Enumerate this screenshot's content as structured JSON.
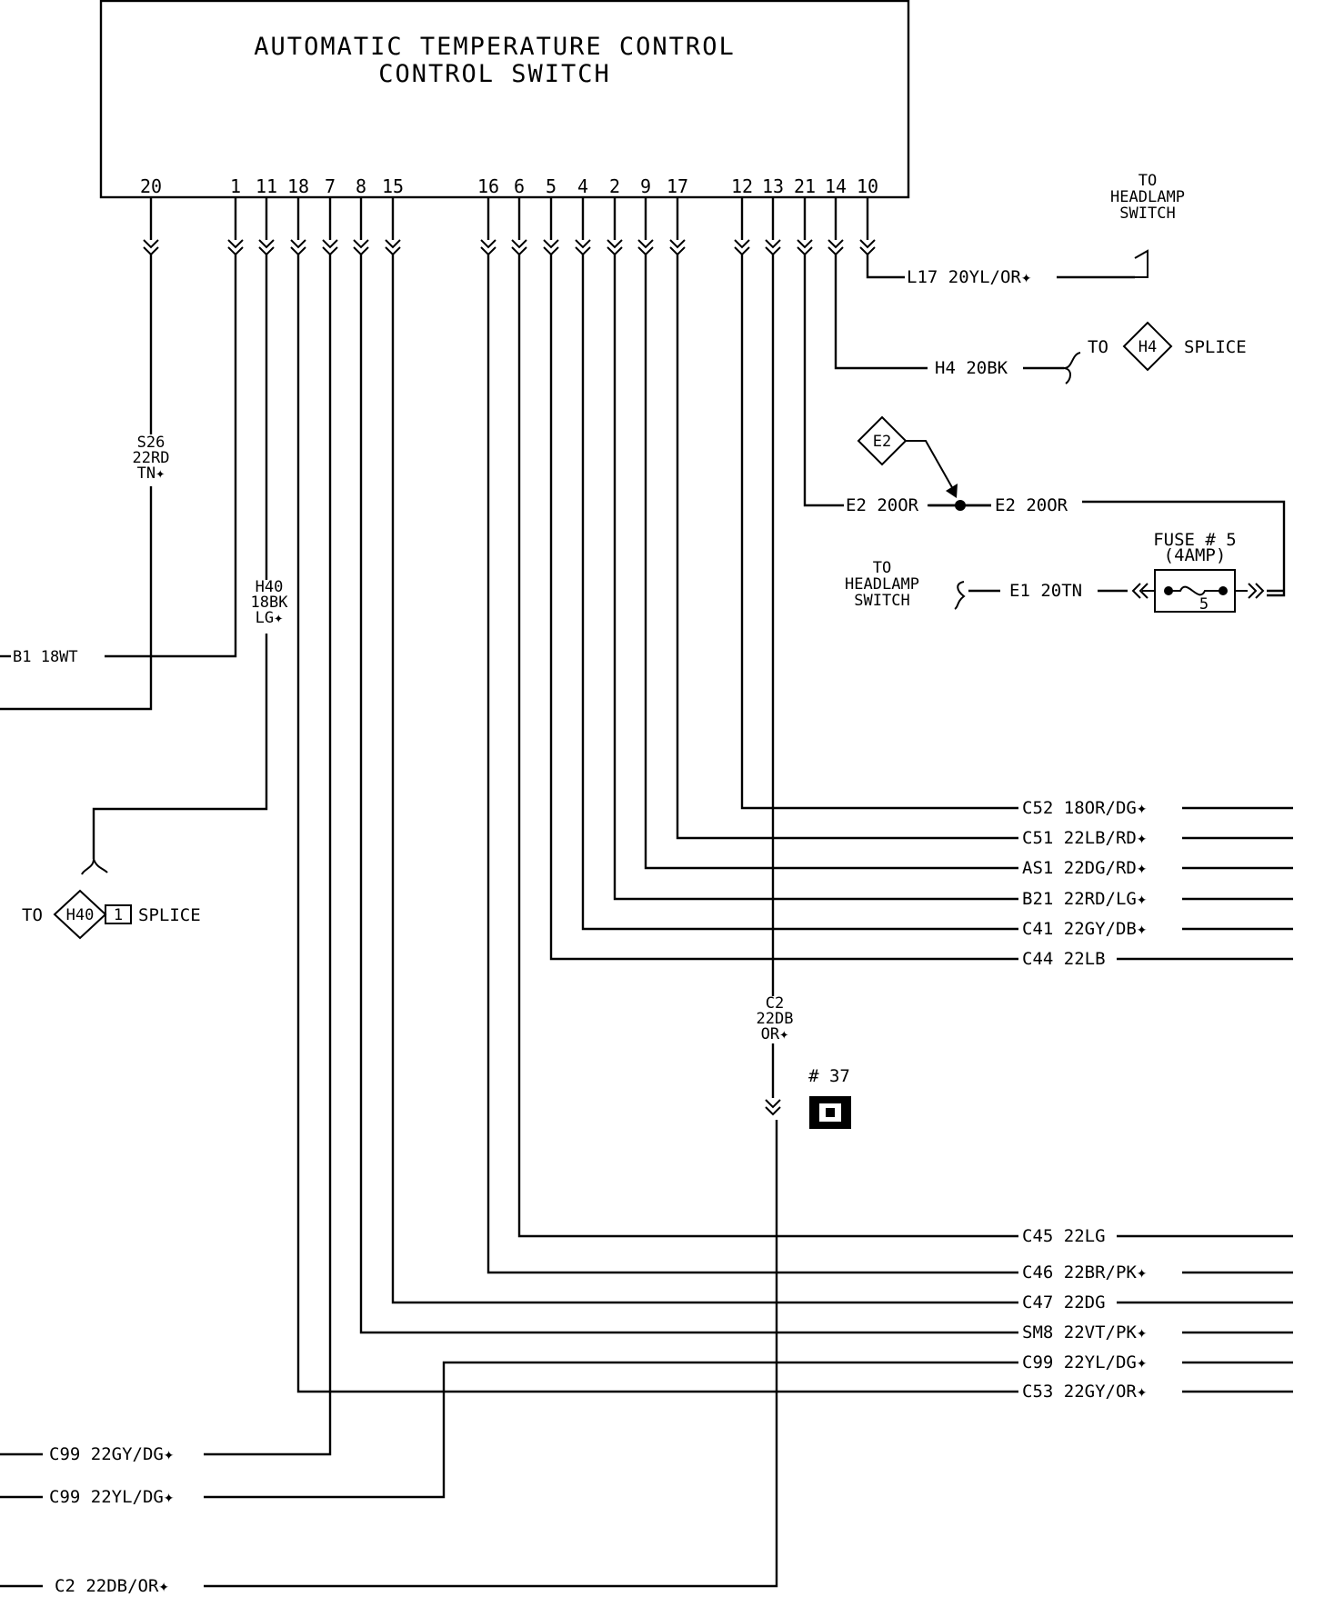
{
  "title_line1": "AUTOMATIC TEMPERATURE CONTROL",
  "title_line2": "CONTROL SWITCH",
  "pins": [
    "20",
    "1",
    "11",
    "18",
    "7",
    "8",
    "15",
    "16",
    "6",
    "5",
    "4",
    "2",
    "9",
    "17",
    "12",
    "13",
    "21",
    "14",
    "10"
  ],
  "top_circuits": {
    "l17": "L17 20YL/OR✦",
    "to_headlamp_1": [
      "TO",
      "HEADLAMP",
      "SWITCH"
    ],
    "h4": "H4 20BK",
    "h4_to": "TO",
    "h4_diamond": "H4",
    "h4_splice": "SPLICE",
    "e2_diamond": "E2",
    "e2_left": "E2 20OR",
    "e2_right": "E2 20OR",
    "fuse_label": [
      "FUSE # 5",
      "(4AMP)"
    ],
    "fuse_number": "5",
    "e1": "E1 20TN",
    "to_headlamp_2": [
      "TO",
      "HEADLAMP",
      "SWITCH"
    ]
  },
  "vertical_labels": {
    "s26": [
      "S26",
      "22RD",
      "TN✦"
    ],
    "h40": [
      "H40",
      "18BK",
      "LG✦"
    ],
    "c2": [
      "C2",
      "22DB",
      "OR✦"
    ]
  },
  "b1": "B1 18WT",
  "h40_splice": {
    "to": "TO",
    "diamond": "H40",
    "box": "1",
    "splice": "SPLICE"
  },
  "connector": {
    "label": "# 37"
  },
  "right_circuits_upper": [
    "C52 18OR/DG✦",
    "C51 22LB/RD✦",
    "AS1 22DG/RD✦",
    "B21 22RD/LG✦",
    "C41 22GY/DB✦",
    "C44 22LB"
  ],
  "right_circuits_lower": [
    "C45 22LG",
    "C46 22BR/PK✦",
    "C47 22DG",
    "SM8 22VT/PK✦",
    "C99 22YL/DG✦",
    "C53 22GY/OR✦"
  ],
  "left_circuits_bottom": [
    "C99 22GY/DG✦",
    "C99 22YL/DG✦",
    "C2 22DB/OR✦"
  ]
}
